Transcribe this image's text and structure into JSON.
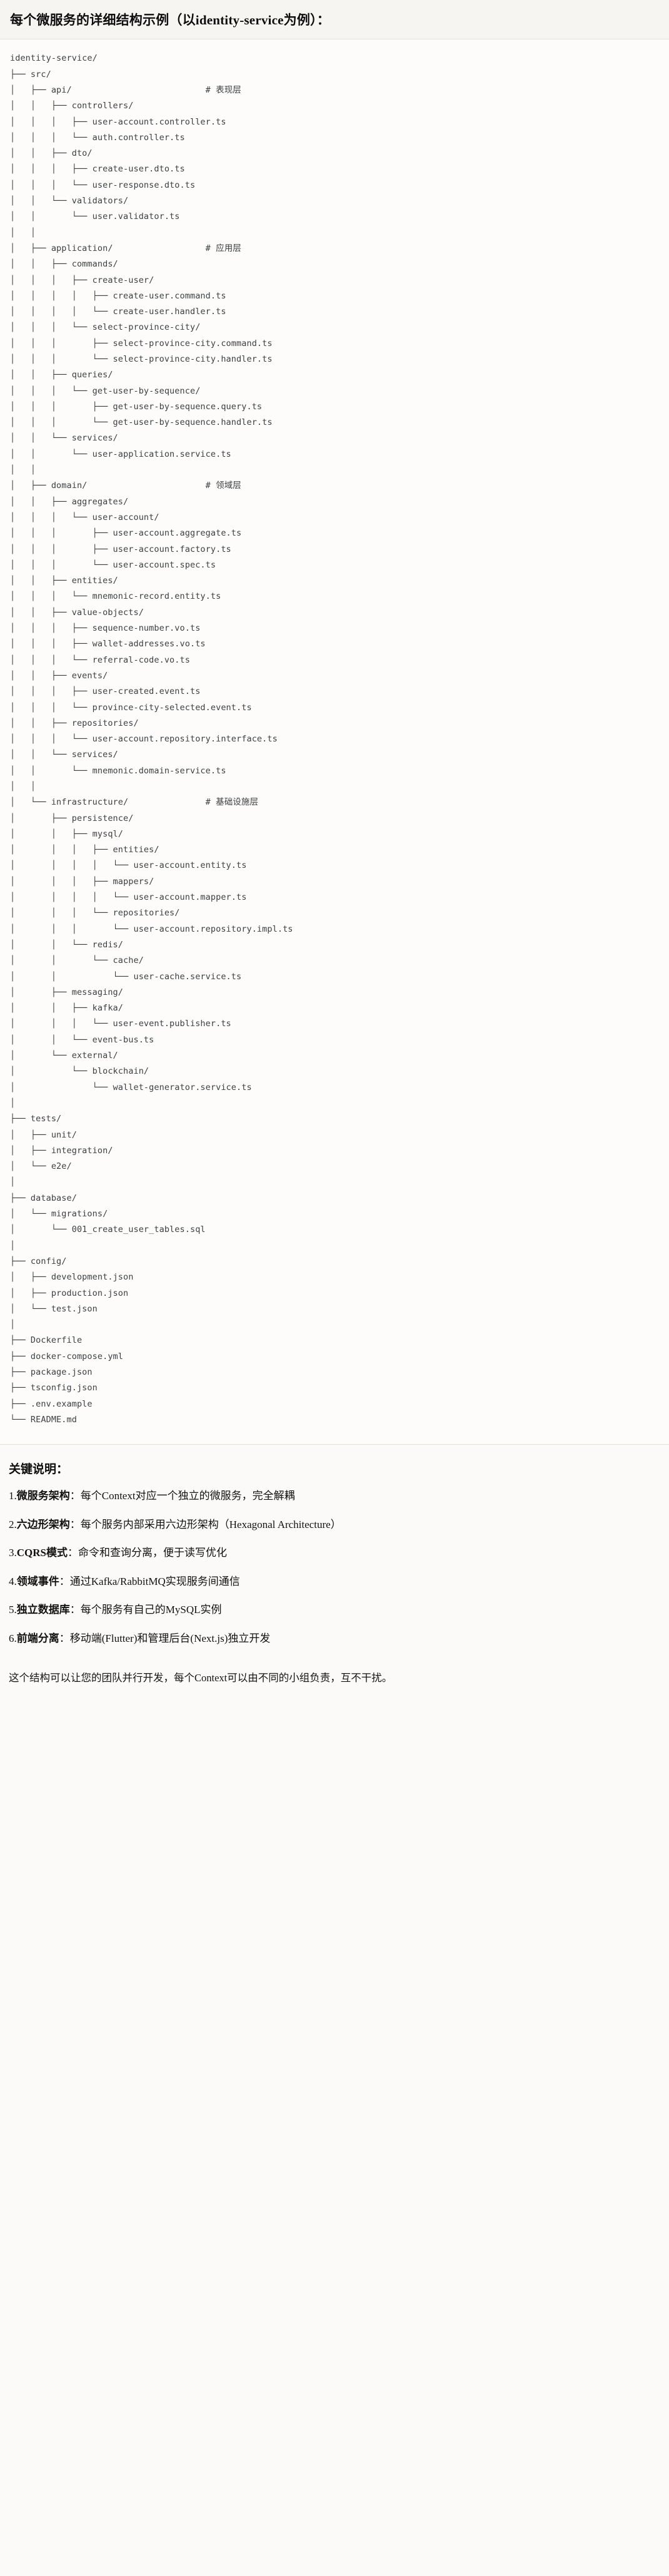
{
  "header": {
    "title": "每个微服务的详细结构示例（以identity-service为例）："
  },
  "tree": {
    "root": "identity-service/",
    "lines": [
      "identity-service/",
      "├── src/",
      "│   ├── api/                          # 表现层",
      "│   │   ├── controllers/",
      "│   │   │   ├── user-account.controller.ts",
      "│   │   │   └── auth.controller.ts",
      "│   │   ├── dto/",
      "│   │   │   ├── create-user.dto.ts",
      "│   │   │   └── user-response.dto.ts",
      "│   │   └── validators/",
      "│   │       └── user.validator.ts",
      "│   │",
      "│   ├── application/                  # 应用层",
      "│   │   ├── commands/",
      "│   │   │   ├── create-user/",
      "│   │   │   │   ├── create-user.command.ts",
      "│   │   │   │   └── create-user.handler.ts",
      "│   │   │   └── select-province-city/",
      "│   │   │       ├── select-province-city.command.ts",
      "│   │   │       └── select-province-city.handler.ts",
      "│   │   ├── queries/",
      "│   │   │   └── get-user-by-sequence/",
      "│   │   │       ├── get-user-by-sequence.query.ts",
      "│   │   │       └── get-user-by-sequence.handler.ts",
      "│   │   └── services/",
      "│   │       └── user-application.service.ts",
      "│   │",
      "│   ├── domain/                       # 领域层",
      "│   │   ├── aggregates/",
      "│   │   │   └── user-account/",
      "│   │   │       ├── user-account.aggregate.ts",
      "│   │   │       ├── user-account.factory.ts",
      "│   │   │       └── user-account.spec.ts",
      "│   │   ├── entities/",
      "│   │   │   └── mnemonic-record.entity.ts",
      "│   │   ├── value-objects/",
      "│   │   │   ├── sequence-number.vo.ts",
      "│   │   │   ├── wallet-addresses.vo.ts",
      "│   │   │   └── referral-code.vo.ts",
      "│   │   ├── events/",
      "│   │   │   ├── user-created.event.ts",
      "│   │   │   └── province-city-selected.event.ts",
      "│   │   ├── repositories/",
      "│   │   │   └── user-account.repository.interface.ts",
      "│   │   └── services/",
      "│   │       └── mnemonic.domain-service.ts",
      "│   │",
      "│   └── infrastructure/               # 基础设施层",
      "│       ├── persistence/",
      "│       │   ├── mysql/",
      "│       │   │   ├── entities/",
      "│       │   │   │   └── user-account.entity.ts",
      "│       │   │   ├── mappers/",
      "│       │   │   │   └── user-account.mapper.ts",
      "│       │   │   └── repositories/",
      "│       │   │       └── user-account.repository.impl.ts",
      "│       │   └── redis/",
      "│       │       └── cache/",
      "│       │           └── user-cache.service.ts",
      "│       ├── messaging/",
      "│       │   ├── kafka/",
      "│       │   │   └── user-event.publisher.ts",
      "│       │   └── event-bus.ts",
      "│       └── external/",
      "│           └── blockchain/",
      "│               └── wallet-generator.service.ts",
      "│",
      "├── tests/",
      "│   ├── unit/",
      "│   ├── integration/",
      "│   └── e2e/",
      "│",
      "├── database/",
      "│   └── migrations/",
      "│       └── 001_create_user_tables.sql",
      "│",
      "├── config/",
      "│   ├── development.json",
      "│   ├── production.json",
      "│   └── test.json",
      "│",
      "├── Dockerfile",
      "├── docker-compose.yml",
      "├── package.json",
      "├── tsconfig.json",
      "├── .env.example",
      "└── README.md"
    ],
    "layer_comments": [
      {
        "path": "api/",
        "comment": "# 表现层"
      },
      {
        "path": "application/",
        "comment": "# 应用层"
      },
      {
        "path": "domain/",
        "comment": "# 领域层"
      },
      {
        "path": "infrastructure/",
        "comment": "# 基础设施层"
      }
    ]
  },
  "notes": {
    "heading": "关键说明：",
    "items": [
      {
        "index": "1.",
        "term": "微服务架构",
        "sep": "：",
        "desc": "每个Context对应一个独立的微服务，完全解耦"
      },
      {
        "index": "2.",
        "term": "六边形架构",
        "sep": "：",
        "desc": "每个服务内部采用六边形架构（Hexagonal Architecture）"
      },
      {
        "index": "3.",
        "term": "CQRS模式",
        "sep": "：",
        "desc": "命令和查询分离，便于读写优化"
      },
      {
        "index": "4.",
        "term": "领域事件",
        "sep": "：",
        "desc": "通过Kafka/RabbitMQ实现服务间通信"
      },
      {
        "index": "5.",
        "term": "独立数据库",
        "sep": "：",
        "desc": "每个服务有自己的MySQL实例"
      },
      {
        "index": "6.",
        "term": "前端分离",
        "sep": "：",
        "desc": "移动端(Flutter)和管理后台(Next.js)独立开发"
      }
    ],
    "footer": "这个结构可以让您的团队并行开发，每个Context可以由不同的小组负责，互不干扰。"
  }
}
